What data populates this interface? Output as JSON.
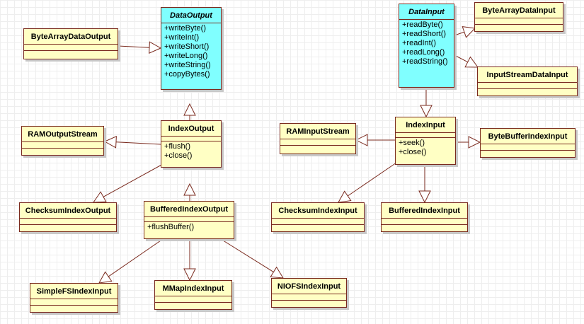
{
  "diagram": {
    "type": "uml-class-diagram",
    "edge_style": "generalization",
    "colors": {
      "class_fill": "#ffffc4",
      "interface_fill": "#80ffff",
      "line": "#7a2a1e"
    },
    "classes": {
      "DataOutput": {
        "name": "DataOutput",
        "operations": [
          "+writeByte()",
          "+writeInt()",
          "+writeShort()",
          "+writeLong()",
          "+writeString()",
          "+copyBytes()"
        ]
      },
      "ByteArrayDataOutput": {
        "name": "ByteArrayDataOutput",
        "operations": []
      },
      "IndexOutput": {
        "name": "IndexOutput",
        "operations": [
          "+flush()",
          "+close()"
        ]
      },
      "RAMOutputStream": {
        "name": "RAMOutputStream",
        "operations": []
      },
      "ChecksumIndexOutput": {
        "name": "ChecksumIndexOutput",
        "operations": []
      },
      "BufferedIndexOutput": {
        "name": "BufferedIndexOutput",
        "operations": [
          "+flushBuffer()"
        ]
      },
      "SimpleFSIndexInput": {
        "name": "SimpleFSIndexInput",
        "operations": []
      },
      "MMapIndexInput": {
        "name": "MMapIndexInput",
        "operations": []
      },
      "NIOFSIndexInput": {
        "name": "NIOFSIndexInput",
        "operations": []
      },
      "DataInput": {
        "name": "DataInput",
        "operations": [
          "+readByte()",
          "+readShort()",
          "+readInt()",
          "+readLong()",
          "+readString()"
        ]
      },
      "ByteArrayDataInput": {
        "name": "ByteArrayDataInput",
        "operations": []
      },
      "InputStreamDataInput": {
        "name": "InputStreamDataInput",
        "operations": []
      },
      "IndexInput": {
        "name": "IndexInput",
        "operations": [
          "+seek()",
          "+close()"
        ]
      },
      "RAMInputStream": {
        "name": "RAMInputStream",
        "operations": []
      },
      "ByteBufferIndexInput": {
        "name": "ByteBufferIndexInput",
        "operations": []
      },
      "ChecksumIndexInput": {
        "name": "ChecksumIndexInput",
        "operations": []
      },
      "BufferedIndexInput": {
        "name": "BufferedIndexInput",
        "operations": []
      }
    },
    "generalizations": [
      {
        "from": "ByteArrayDataOutput",
        "to": "DataOutput"
      },
      {
        "from": "IndexOutput",
        "to": "DataOutput"
      },
      {
        "from": "RAMOutputStream",
        "to": "IndexOutput"
      },
      {
        "from": "ChecksumIndexOutput",
        "to": "IndexOutput"
      },
      {
        "from": "BufferedIndexOutput",
        "to": "IndexOutput"
      },
      {
        "from": "SimpleFSIndexInput",
        "to": "BufferedIndexOutput"
      },
      {
        "from": "MMapIndexInput",
        "to": "BufferedIndexOutput"
      },
      {
        "from": "NIOFSIndexInput",
        "to": "BufferedIndexOutput"
      },
      {
        "from": "ByteArrayDataInput",
        "to": "DataInput"
      },
      {
        "from": "InputStreamDataInput",
        "to": "DataInput"
      },
      {
        "from": "IndexInput",
        "to": "DataInput"
      },
      {
        "from": "RAMInputStream",
        "to": "IndexInput"
      },
      {
        "from": "ByteBufferIndexInput",
        "to": "IndexInput"
      },
      {
        "from": "ChecksumIndexInput",
        "to": "IndexInput"
      },
      {
        "from": "BufferedIndexInput",
        "to": "IndexInput"
      }
    ]
  }
}
